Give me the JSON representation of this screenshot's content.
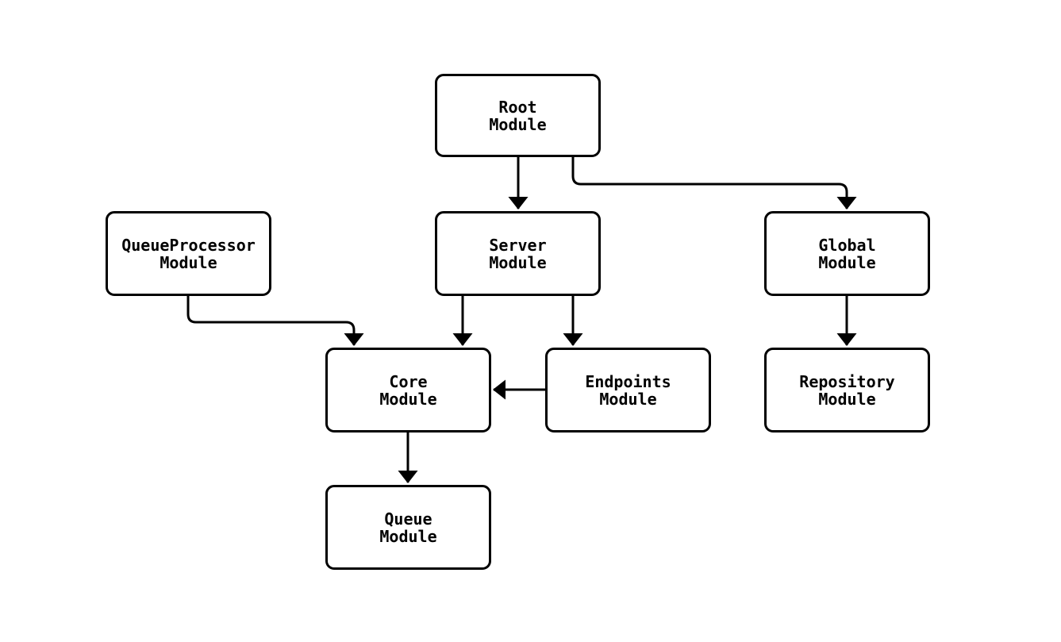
{
  "diagram": {
    "type": "module-dependency-graph",
    "colors": {
      "background": "#ffffff",
      "box_fill": "#ffffff",
      "box_border": "#000000",
      "text": "#000000",
      "arrow": "#000000"
    },
    "nodes": {
      "root": {
        "label": "Root\nModule"
      },
      "queueproc": {
        "label": "QueueProcessor\nModule"
      },
      "server": {
        "label": "Server\nModule"
      },
      "global": {
        "label": "Global\nModule"
      },
      "core": {
        "label": "Core\nModule"
      },
      "endpoints": {
        "label": "Endpoints\nModule"
      },
      "repository": {
        "label": "Repository\nModule"
      },
      "queue": {
        "label": "Queue\nModule"
      }
    },
    "edges": [
      {
        "from": "Root Module",
        "to": "Server Module"
      },
      {
        "from": "Root Module",
        "to": "Global Module"
      },
      {
        "from": "QueueProcessor Module",
        "to": "Core Module"
      },
      {
        "from": "Server Module",
        "to": "Core Module"
      },
      {
        "from": "Server Module",
        "to": "Endpoints Module"
      },
      {
        "from": "Global Module",
        "to": "Repository Module"
      },
      {
        "from": "Endpoints Module",
        "to": "Core Module"
      },
      {
        "from": "Core Module",
        "to": "Queue Module"
      }
    ]
  }
}
